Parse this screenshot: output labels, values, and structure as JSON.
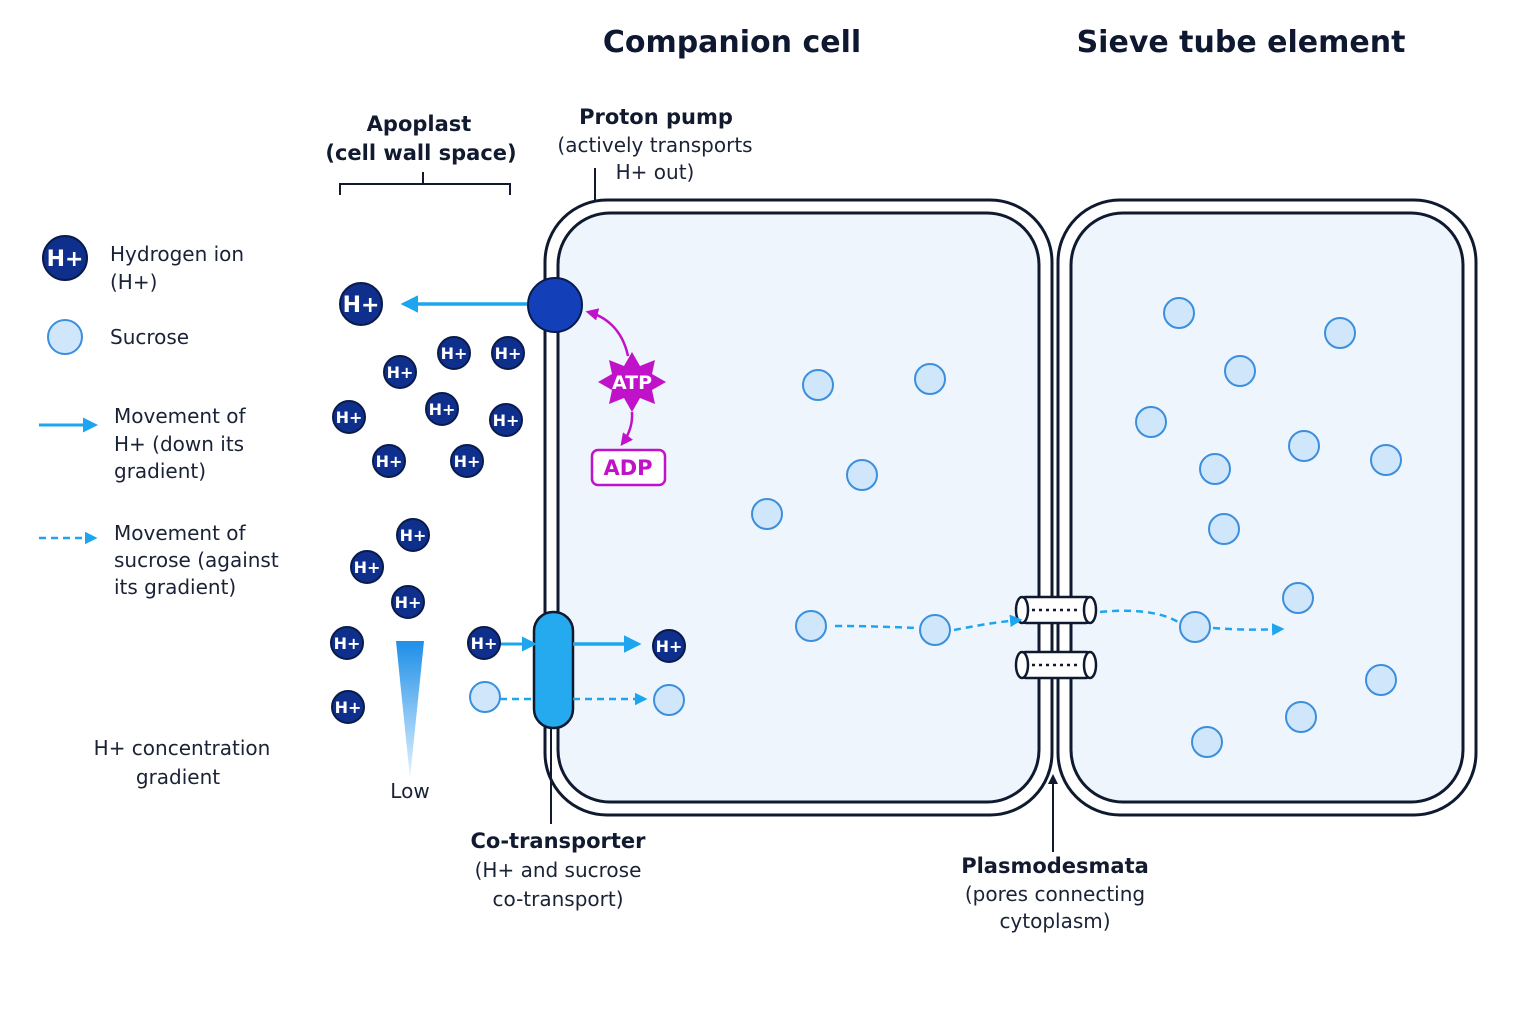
{
  "titles": {
    "companion_cell": "Companion cell",
    "sieve_tube": "Sieve tube element"
  },
  "apoplast": {
    "line1": "Apoplast",
    "line2": "(cell wall space)"
  },
  "proton_pump": {
    "title": "Proton pump",
    "line1": "(actively transports",
    "line2": "H+ out)"
  },
  "legend": {
    "hydrogen": {
      "line1": "Hydrogen ion",
      "line2": "(H+)"
    },
    "sucrose": "Sucrose",
    "h_movement": {
      "line1": "Movement of",
      "line2": "H+ (down its",
      "line3": "gradient)"
    },
    "sucrose_movement": {
      "line1": "Movement of",
      "line2": "sucrose (against",
      "line3": "its gradient)"
    }
  },
  "gradient": {
    "line1": "H+ concentration",
    "line2": "gradient",
    "low": "Low"
  },
  "ion_label": "H+",
  "atp": "ATP",
  "adp": "ADP",
  "cotransporter": {
    "title": "Co-transporter",
    "line1": "(H+ and sucrose",
    "line2": "co-transport)"
  },
  "plasmodesmata": {
    "title": "Plasmodesmata",
    "line1": "(pores connecting",
    "line2": "cytoplasm)"
  },
  "colors": {
    "h_ion": "#0f2f8c",
    "sucrose_fill": "#cfe6fb",
    "sucrose_stroke": "#3b8fdd",
    "arrow": "#1ea5ef",
    "atp": "#c012c8",
    "cell_fill": "#eef5fd",
    "membrane": "#0f1a30",
    "cotransporter": "#25a9ef"
  }
}
